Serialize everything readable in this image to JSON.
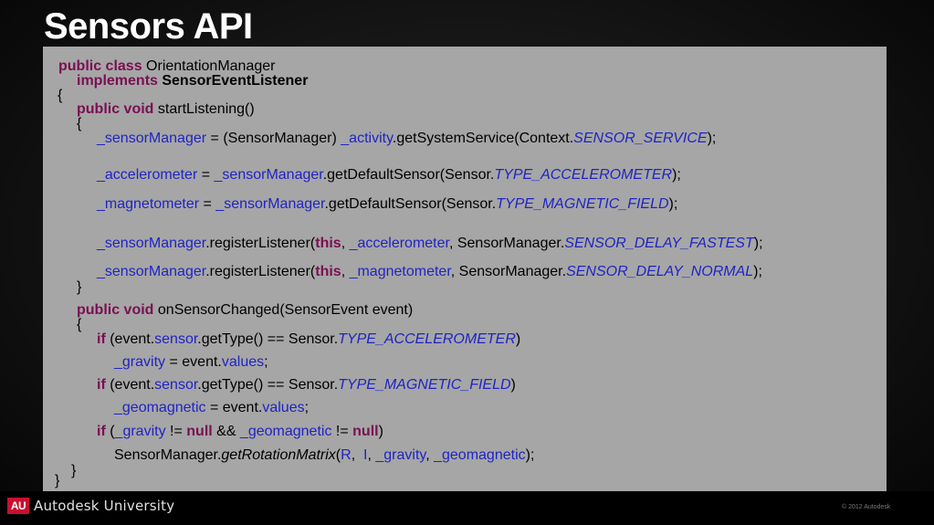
{
  "slide": {
    "title": "Sensors API"
  },
  "code": {
    "line1": [
      {
        "t": "public class ",
        "s": "kw"
      },
      {
        "t": "OrientationManager",
        "s": ""
      }
    ],
    "line2": [
      {
        "t": "implements ",
        "s": "kw"
      },
      {
        "t": "SensorEventListener",
        "s": "bold"
      }
    ],
    "brace_open_class": "{",
    "line3": [
      {
        "t": "public void ",
        "s": "kw"
      },
      {
        "t": "startListening()",
        "s": ""
      }
    ],
    "brace_open_start": "{",
    "line4": [
      {
        "t": "_sensorManager",
        "s": "fld"
      },
      {
        "t": " = (SensorManager) ",
        "s": ""
      },
      {
        "t": "_activity",
        "s": "fld"
      },
      {
        "t": ".getSystemService(Context.",
        "s": ""
      },
      {
        "t": "SENSOR_SERVICE",
        "s": "cst"
      },
      {
        "t": ");",
        "s": ""
      }
    ],
    "line5": [
      {
        "t": "_accelerometer",
        "s": "fld"
      },
      {
        "t": " = ",
        "s": ""
      },
      {
        "t": "_sensorManager",
        "s": "fld"
      },
      {
        "t": ".getDefaultSensor(Sensor.",
        "s": ""
      },
      {
        "t": "TYPE_ACCELEROMETER",
        "s": "cst"
      },
      {
        "t": ");",
        "s": ""
      }
    ],
    "line6": [
      {
        "t": "_magnetometer",
        "s": "fld"
      },
      {
        "t": " = ",
        "s": ""
      },
      {
        "t": "_sensorManager",
        "s": "fld"
      },
      {
        "t": ".getDefaultSensor(Sensor.",
        "s": ""
      },
      {
        "t": "TYPE_MAGNETIC_FIELD",
        "s": "cst"
      },
      {
        "t": ");",
        "s": ""
      }
    ],
    "line7": [
      {
        "t": "_sensorManager",
        "s": "fld"
      },
      {
        "t": ".registerListener(",
        "s": ""
      },
      {
        "t": "this",
        "s": "kw"
      },
      {
        "t": ", ",
        "s": ""
      },
      {
        "t": "_accelerometer",
        "s": "fld"
      },
      {
        "t": ", SensorManager.",
        "s": ""
      },
      {
        "t": "SENSOR_DELAY_FASTEST",
        "s": "cst"
      },
      {
        "t": ");",
        "s": ""
      }
    ],
    "line8": [
      {
        "t": "_sensorManager",
        "s": "fld"
      },
      {
        "t": ".registerListener(",
        "s": ""
      },
      {
        "t": "this",
        "s": "kw"
      },
      {
        "t": ", ",
        "s": ""
      },
      {
        "t": "_magnetometer",
        "s": "fld"
      },
      {
        "t": ", SensorManager.",
        "s": ""
      },
      {
        "t": "SENSOR_DELAY_NORMAL",
        "s": "cst"
      },
      {
        "t": ");",
        "s": ""
      }
    ],
    "brace_close_start": "}",
    "line9": [
      {
        "t": "public void ",
        "s": "kw"
      },
      {
        "t": "onSensorChanged(SensorEvent event)",
        "s": ""
      }
    ],
    "brace_open_changed": "{",
    "line10": [
      {
        "t": "if ",
        "s": "kw"
      },
      {
        "t": "(event.",
        "s": ""
      },
      {
        "t": "sensor",
        "s": "fld"
      },
      {
        "t": ".getType() == Sensor.",
        "s": ""
      },
      {
        "t": "TYPE_ACCELEROMETER",
        "s": "cst"
      },
      {
        "t": ")",
        "s": ""
      }
    ],
    "line11": [
      {
        "t": "_gravity",
        "s": "fld"
      },
      {
        "t": " = event.",
        "s": ""
      },
      {
        "t": "values",
        "s": "fld"
      },
      {
        "t": ";",
        "s": ""
      }
    ],
    "line12": [
      {
        "t": "if ",
        "s": "kw"
      },
      {
        "t": "(event.",
        "s": ""
      },
      {
        "t": "sensor",
        "s": "fld"
      },
      {
        "t": ".getType() == Sensor.",
        "s": ""
      },
      {
        "t": "TYPE_MAGNETIC_FIELD",
        "s": "cst"
      },
      {
        "t": ")",
        "s": ""
      }
    ],
    "line13": [
      {
        "t": "_geomagnetic",
        "s": "fld"
      },
      {
        "t": " = event.",
        "s": ""
      },
      {
        "t": "values",
        "s": "fld"
      },
      {
        "t": ";",
        "s": ""
      }
    ],
    "line14": [
      {
        "t": "if ",
        "s": "kw"
      },
      {
        "t": "(",
        "s": ""
      },
      {
        "t": "_gravity",
        "s": "fld"
      },
      {
        "t": " != ",
        "s": ""
      },
      {
        "t": "null",
        "s": "kw"
      },
      {
        "t": " && ",
        "s": ""
      },
      {
        "t": "_geomagnetic",
        "s": "fld"
      },
      {
        "t": " != ",
        "s": ""
      },
      {
        "t": "null",
        "s": "kw"
      },
      {
        "t": ")",
        "s": ""
      }
    ],
    "line15": [
      {
        "t": "SensorManager.",
        "s": ""
      },
      {
        "t": "getRotationMatrix",
        "s": "ital"
      },
      {
        "t": "(",
        "s": ""
      },
      {
        "t": "R",
        "s": "fld"
      },
      {
        "t": ",  ",
        "s": ""
      },
      {
        "t": "I",
        "s": "fld"
      },
      {
        "t": ", ",
        "s": ""
      },
      {
        "t": "_gravity",
        "s": "fld"
      },
      {
        "t": ", ",
        "s": ""
      },
      {
        "t": "_geomagnetic",
        "s": "fld"
      },
      {
        "t": ");",
        "s": ""
      }
    ],
    "brace_close_changed": "}",
    "brace_close_class": "}"
  },
  "footer": {
    "logo_mark": "AU",
    "brand": "Autodesk University",
    "copyright": "© 2012 Autodesk"
  },
  "colors": {
    "keyword": "#7a0f52",
    "field": "#1f24c4",
    "panel": "#a6a6a6",
    "logo_red": "#c8102e"
  }
}
